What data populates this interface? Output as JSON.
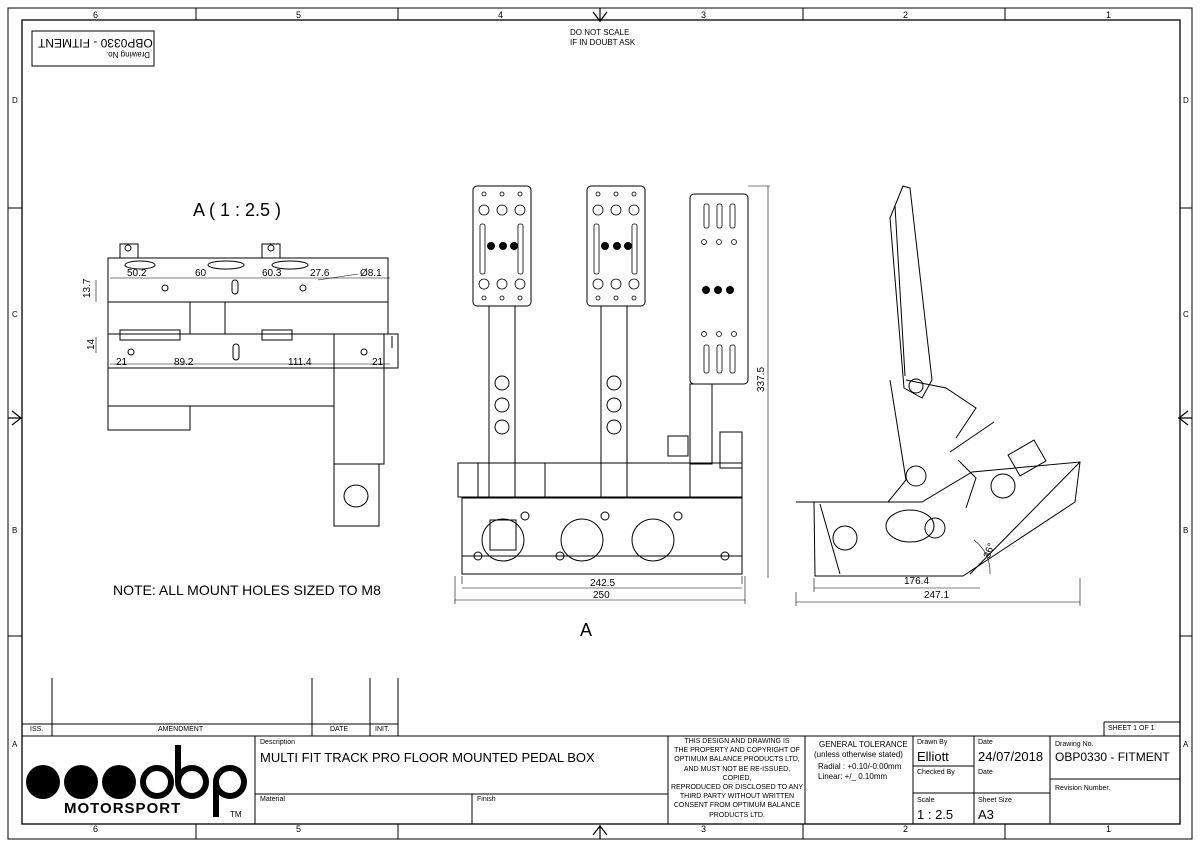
{
  "sheet": {
    "zone_columns": [
      "6",
      "5",
      "4",
      "3",
      "2",
      "1"
    ],
    "zone_rows": [
      "D",
      "C",
      "B",
      "A"
    ],
    "drawing_no_label": "Drawing No.",
    "drawing_no_mirrored": "OBP0330 - FITMENT",
    "do_not_scale_1": "DO NOT SCALE",
    "do_not_scale_2": "IF IN DOUBT ASK"
  },
  "views": {
    "detail_title": "A ( 1 : 2.5 )",
    "view_label": "A",
    "note": "NOTE: ALL MOUNT HOLES SIZED TO M8"
  },
  "dimensions": {
    "top_row": [
      "50.2",
      "60",
      "60.3",
      "27.6",
      "Ø8.1"
    ],
    "vertical_top": "13.7",
    "vertical_lower": "14",
    "bottom_row": [
      "21",
      "89.2",
      "111.4",
      "21"
    ],
    "height": "337.5",
    "width_inner": "242.5",
    "width_outer": "250",
    "side_inner": "176.4",
    "side_outer": "247.1",
    "angle": "36°"
  },
  "title_block": {
    "rev_headers": {
      "iss": "ISS.",
      "amendment": "AMENDMENT",
      "date": "DATE",
      "init": "INIT."
    },
    "sheet_of": "SHEET 1  OF 1",
    "logo_text": "obp",
    "logo_sub": "MOTORSPORT",
    "logo_tm": "TM",
    "description_label": "Description",
    "description": "MULTI FIT TRACK PRO FLOOR MOUNTED PEDAL BOX",
    "material_label": "Material",
    "finish_label": "Finish",
    "copyright_lines": [
      "THIS DESIGN AND DRAWING IS",
      "THE PROPERTY AND COPYRIGHT OF",
      "OPTIMUM BALANCE PRODUCTS LTD,",
      "AND MUST NOT BE RE-ISSUED,",
      "COPIED,",
      "REPRODUCED OR DISCLOSED TO ANY",
      "THIRD PARTY WITHOUT WRITTEN",
      "CONSENT FROM OPTIMUM BALANCE",
      "PRODUCTS LTD."
    ],
    "tolerance_title": "GENERAL TOLERANCE",
    "tolerance_sub": "(unless otherwise stated)",
    "tolerance_radial": "Radial : +0.10/-0.00mm",
    "tolerance_linear": "Linear: +/_ 0.10mm",
    "drawn_by_label": "Drawn By",
    "drawn_by": "Elliott",
    "date_label": "Date",
    "date": "24/07/2018",
    "checked_by_label": "Checked By",
    "checked_date_label": "Date",
    "drawing_no_label": "Drawing No.",
    "drawing_no": "OBP0330 - FITMENT",
    "revision_label": "Revision Number.",
    "scale_label": "Scale",
    "scale": "1 : 2.5",
    "sheet_size_label": "Sheet Size",
    "sheet_size": "A3"
  }
}
